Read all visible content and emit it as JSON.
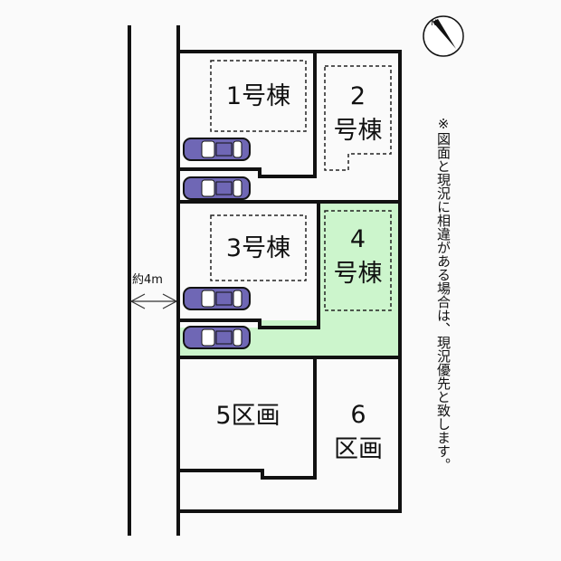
{
  "road": {
    "width_label": "約4m"
  },
  "lots": [
    {
      "id": "1",
      "label": "1号棟",
      "highlighted": false
    },
    {
      "id": "2",
      "label_line1": "2",
      "label_line2": "号棟",
      "highlighted": false
    },
    {
      "id": "3",
      "label": "3号棟",
      "highlighted": false
    },
    {
      "id": "4",
      "label_line1": "4",
      "label_line2": "号棟",
      "highlighted": true
    },
    {
      "id": "5",
      "label": "5区画",
      "highlighted": false
    },
    {
      "id": "6",
      "label_line1": "6",
      "label_line2": "区画",
      "highlighted": false
    }
  ],
  "note": "※図面と現況に相違がある場合は、現況優先と致します。",
  "colors": {
    "highlight": "#ccf5cc",
    "car": "#6f67b5",
    "line": "#111111"
  },
  "icons": [
    "north-compass-icon",
    "car-icon"
  ]
}
